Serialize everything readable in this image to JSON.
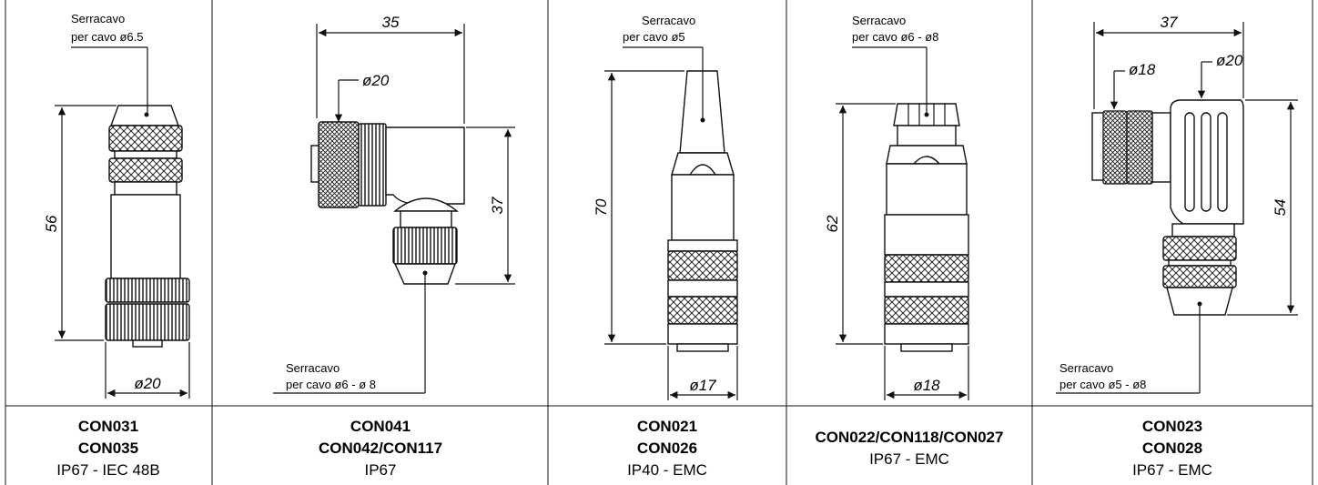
{
  "panels": [
    {
      "id": "con031",
      "cable_clamp_label": "Serracavo",
      "cable_clamp_size": "per cavo ø6.5",
      "dim_height": "56",
      "dim_diameter": "ø20",
      "code_line1": "CON031",
      "code_line2": "CON035",
      "spec": "IP67 - IEC 48B"
    },
    {
      "id": "con041",
      "cable_clamp_label": "Serracavo",
      "cable_clamp_size": "per cavo ø6 - ø 8",
      "dim_width": "35",
      "dim_diameter": "ø20",
      "dim_height": "37",
      "code_line1": "CON041",
      "code_line2": "CON042/CON117",
      "spec": "IP67"
    },
    {
      "id": "con021",
      "cable_clamp_label": "Serracavo",
      "cable_clamp_size": "per cavo ø5",
      "dim_height": "70",
      "dim_diameter": "ø17",
      "code_line1": "CON021",
      "code_line2": "CON026",
      "spec": "IP40 - EMC"
    },
    {
      "id": "con022",
      "cable_clamp_label": "Serracavo",
      "cable_clamp_size": "per cavo ø6 - ø8",
      "dim_height": "62",
      "dim_diameter": "ø18",
      "code_line1": "CON022/CON118/CON027",
      "spec": "IP67 - EMC"
    },
    {
      "id": "con023",
      "cable_clamp_label": "Serracavo",
      "cable_clamp_size": "per cavo ø5 - ø8",
      "dim_width": "37",
      "dim_diameter_small": "ø18",
      "dim_diameter_large": "ø20",
      "dim_height": "54",
      "code_line1": "CON023",
      "code_line2": "CON028",
      "spec": "IP67 - EMC"
    }
  ]
}
